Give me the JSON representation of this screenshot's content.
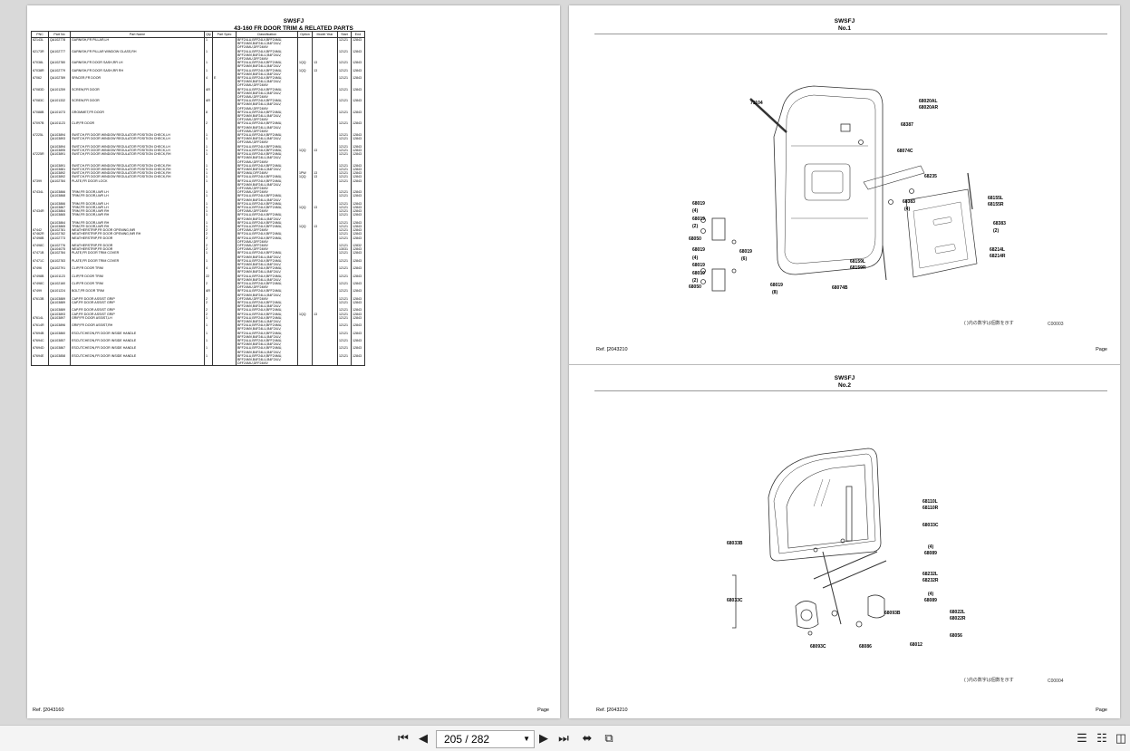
{
  "left_page": {
    "header": "SWSFJ",
    "title": "43-160 FR DOOR TRIM & RELATED PARTS",
    "columns": [
      "PNC",
      "Part No",
      "Part Name",
      "Qty",
      "Part Spec",
      "Classification",
      "Option",
      "Model Year",
      "Start",
      "End"
    ],
    "rows": [
      [
        "62143L",
        "QA102778",
        "GARNISH,FR PILLAR,LH",
        "1",
        "",
        "BFF24LU,BFF24LV,BFF24MU,",
        "",
        "",
        "12121",
        "12843"
      ],
      [
        "",
        "",
        "",
        "",
        "",
        "BFF24MV,B4F24LU,B4F24LV,",
        "",
        "",
        "",
        ""
      ],
      [
        "",
        "",
        "",
        "",
        "",
        "DFF24MU,DFF24MV",
        "",
        "",
        "",
        ""
      ],
      [
        "62173R",
        "QA102777",
        "GARNISH,FR PILLAR WINDOW GLASS,RH",
        "1",
        "",
        "BFF24LU,BFF24LV,BFF24MU,",
        "",
        "",
        "12121",
        "12843"
      ],
      [
        "",
        "",
        "",
        "",
        "",
        "BFF24MV,B4F24LU,B4F24LV,",
        "",
        "",
        "",
        ""
      ],
      [
        "",
        "",
        "",
        "",
        "",
        "DFF24MU,DFF24MV",
        "",
        "",
        "",
        ""
      ],
      [
        "67038L",
        "QA102780",
        "GARNISH,FR DOOR SASH,RR LH",
        "1",
        "",
        "BFF24LU,BFF24LV,BFF24MU,",
        "1QQ",
        "13",
        "12121",
        "12843"
      ],
      [
        "",
        "",
        "",
        "",
        "",
        "BFF24MV,B4F24LU,B4F24LV",
        "",
        "",
        "",
        ""
      ],
      [
        "67038R",
        "QA102779",
        "GARNISH,FR DOOR SASH,RR RH",
        "1",
        "",
        "BFF24LU,BFF24LV,BFF24MU,",
        "1QQ",
        "13",
        "12121",
        "12843"
      ],
      [
        "",
        "",
        "",
        "",
        "",
        "BFF24MV,B4F24LU,B4F24LV",
        "",
        "",
        "",
        ""
      ],
      [
        "67062",
        "QA102789",
        "SPACER,FR DOOR",
        "4",
        "E",
        "BFF24LU,BFF24LV,BFF24MU,",
        "",
        "",
        "12121",
        "12843"
      ],
      [
        "",
        "",
        "",
        "",
        "",
        "BFF24MV,B4F24LU,B4F24LV,",
        "",
        "",
        "",
        ""
      ],
      [
        "",
        "",
        "",
        "",
        "",
        "DFF24MU,DFF24MV",
        "",
        "",
        "",
        ""
      ],
      [
        "67083D",
        "QA101259",
        "SCREW,FR DOOR",
        "AR",
        "",
        "BFF24LU,BFF24LV,BFF24MU,",
        "",
        "",
        "12121",
        "12843"
      ],
      [
        "",
        "",
        "",
        "",
        "",
        "BFF24MV,B4F24LU,B4F24LV,",
        "",
        "",
        "",
        ""
      ],
      [
        "",
        "",
        "",
        "",
        "",
        "DFF24MU,DFF24MV",
        "",
        "",
        "",
        ""
      ],
      [
        "67083C",
        "QA101332",
        "SCREW,FR DOOR",
        "AR",
        "",
        "BFF24LU,BFF24LV,BFF24MU,",
        "",
        "",
        "12121",
        "12843"
      ],
      [
        "",
        "",
        "",
        "",
        "",
        "BFF24MV,B4F24LU,B4F24LV,",
        "",
        "",
        "",
        ""
      ],
      [
        "",
        "",
        "",
        "",
        "",
        "DFF24MU,DFF24MV",
        "",
        "",
        "",
        ""
      ],
      [
        "67088B",
        "QA101073",
        "GROMMET,FR DOOR",
        "8",
        "",
        "BFF24LU,BFF24LV,BFF24MU,",
        "",
        "",
        "12121",
        "12843"
      ],
      [
        "",
        "",
        "",
        "",
        "",
        "BFF24MV,B4F24LU,B4F24LV,",
        "",
        "",
        "",
        ""
      ],
      [
        "",
        "",
        "",
        "",
        "",
        "DFF24MU,DFF24MV",
        "",
        "",
        "",
        ""
      ],
      [
        "67097B",
        "QA101123",
        "CLIP,FR DOOR",
        "2",
        "",
        "BFF24LU,BFF24LV,BFF24MU,",
        "",
        "",
        "12121",
        "12843"
      ],
      [
        "",
        "",
        "",
        "",
        "",
        "BFF24MV,B4F24LU,B4F24LV,",
        "",
        "",
        "",
        ""
      ],
      [
        "",
        "",
        "",
        "",
        "",
        "DFF24MU,DFF24MV",
        "",
        "",
        "",
        ""
      ],
      [
        "67225L",
        "QA103894",
        "SWITCH,FR DOOR WINDOW REGULATOR POSITION CHECK,LH",
        "1",
        "",
        "BFF24LU,BFF24LV,BFF24MU,",
        "",
        "",
        "12121",
        "12843"
      ],
      [
        "",
        "QA103893",
        "SWITCH,FR DOOR WINDOW REGULATOR POSITION CHECK,LH",
        "1",
        "",
        "BFF24MV,B4F24LU,B4F24LV,",
        "",
        "",
        "12121",
        "12843"
      ],
      [
        "",
        "",
        "",
        "",
        "",
        "DFF24MU,DFF24MV",
        "",
        "",
        "",
        ""
      ],
      [
        "",
        "QA103894",
        "SWITCH,FR DOOR WINDOW REGULATOR POSITION CHECK,LH",
        "1",
        "",
        "BFF24LU,BFF24LV,BFF24MU,",
        "",
        "",
        "12121",
        "12843"
      ],
      [
        "",
        "QA103895",
        "SWITCH,FR DOOR WINDOW REGULATOR POSITION CHECK,LH",
        "1",
        "",
        "BFF24LU,BFF24LV,BFF24MU,",
        "1QQ",
        "13",
        "12121",
        "12843"
      ],
      [
        "67225R",
        "QA103891",
        "SWITCH,FR DOOR WINDOW REGULATOR POSITION CHECK,RH",
        "1",
        "",
        "BFF24LU,BFF24LV,BFF24MU,",
        "",
        "",
        "12121",
        "12843"
      ],
      [
        "",
        "",
        "",
        "",
        "",
        "BFF24MV,B4F24LU,B4F24LV,",
        "",
        "",
        "",
        ""
      ],
      [
        "",
        "",
        "",
        "",
        "",
        "DFF24MU,DFF24MV",
        "",
        "",
        "",
        ""
      ],
      [
        "",
        "QA103891",
        "SWITCH,FR DOOR WINDOW REGULATOR POSITION CHECK,RH",
        "1",
        "",
        "BFF24LU,BFF24LV,BFF24MU,",
        "",
        "",
        "12121",
        "12843"
      ],
      [
        "",
        "QA103881",
        "SWITCH,FR DOOR WINDOW REGULATOR POSITION CHECK,RH",
        "1",
        "",
        "BFF24MV,B4F24LU,B4F24LV,",
        "",
        "",
        "12121",
        "12843"
      ],
      [
        "",
        "QA103892",
        "SWITCH,FR DOOR WINDOW REGULATOR POSITION CHECK,RH",
        "1",
        "",
        "BFF24MU,DFF24MV",
        "1PW",
        "13",
        "12121",
        "12843"
      ],
      [
        "",
        "QA103892",
        "SWITCH,FR DOOR WINDOW REGULATOR POSITION CHECK,RH",
        "1",
        "",
        "BFF24LU,BFF24LV,BFF24MU,",
        "1QQ",
        "13",
        "12121",
        "12843"
      ],
      [
        "67399",
        "QA102784",
        "PLATE,FR DOOR LOCK",
        "1",
        "",
        "BFF24LU,BFF24LV,BFF24MU,",
        "",
        "",
        "12121",
        "12843"
      ],
      [
        "",
        "",
        "",
        "",
        "",
        "BFF24MV,B4F24LU,B4F24LV,",
        "",
        "",
        "",
        ""
      ],
      [
        "",
        "",
        "",
        "",
        "",
        "DFF24MU,DFF24MV",
        "",
        "",
        "",
        ""
      ],
      [
        "67434L",
        "QA103866",
        "TRIM,FR DOOR,LWR LH",
        "1",
        "",
        "DFF24MU,DFF24MV",
        "",
        "",
        "12121",
        "12843"
      ],
      [
        "",
        "QA103868",
        "TRIM,FR DOOR,LWR LH",
        "1",
        "",
        "BFF24LU,BFF24LV,BFF24MU,",
        "",
        "",
        "12121",
        "12843"
      ],
      [
        "",
        "",
        "",
        "",
        "",
        "BFF24MV,B4F24LU,B4F24LV",
        "",
        "",
        "",
        ""
      ],
      [
        "",
        "QA103866",
        "TRIM,FR DOOR,LWR LH",
        "1",
        "",
        "BFF24LU,BFF24LV,BFF24MU,",
        "",
        "",
        "12121",
        "12843"
      ],
      [
        "",
        "QA103867",
        "TRIM,FR DOOR,LWR LH",
        "1",
        "",
        "BFF24LU,BFF24LV,BFF24MU,",
        "1QQ",
        "13",
        "12121",
        "12843"
      ],
      [
        "67434R",
        "QA103864",
        "TRIM,FR DOOR,LWR RH",
        "1",
        "",
        "DFF24MU,DFF24MV",
        "",
        "",
        "12121",
        "12843"
      ],
      [
        "",
        "QA103865",
        "TRIM,FR DOOR,LWR RH",
        "1",
        "",
        "BFF24LU,BFF24LV,BFF24MU,",
        "",
        "",
        "12121",
        "12843"
      ],
      [
        "",
        "",
        "",
        "",
        "",
        "BFF24MV,B4F24LU,B4F24LV",
        "",
        "",
        "",
        ""
      ],
      [
        "",
        "QA103864",
        "TRIM,FR DOOR,LWR RH",
        "1",
        "",
        "BFF24LU,BFF24LV,BFF24MU,",
        "",
        "",
        "12121",
        "12843"
      ],
      [
        "",
        "QA103865",
        "TRIM,FR DOOR,LWR RH",
        "1",
        "",
        "BFF24LU,BFF24LV,BFF24MU,",
        "1QQ",
        "13",
        "12121",
        "12843"
      ],
      [
        "67442",
        "QA102781",
        "WEATHERSTRIP,FR DOOR OPENING,INR",
        "2",
        "",
        "DFF24MU,DFF24MV",
        "",
        "",
        "12121",
        "12843"
      ],
      [
        "67462R",
        "QA102782",
        "WEATHERSTRIP,FR DOOR OPENING,INR RH",
        "2",
        "",
        "BFF24LU,BFF24LV,BFF24MU,",
        "",
        "",
        "12121",
        "12843"
      ],
      [
        "67498B",
        "QA102773",
        "WEATHERSTRIP,FR DOOR",
        "2",
        "",
        "BFF24LU,BFF24LV,BFF24MU,",
        "",
        "",
        "12121",
        "12843"
      ],
      [
        "",
        "",
        "",
        "",
        "",
        "DFF24MU,DFF24MV",
        "",
        "",
        "",
        ""
      ],
      [
        "67498C",
        "QA102776",
        "WEATHERSTRIP,FR DOOR",
        "2",
        "",
        "DFF24MU,DFF24MV",
        "",
        "",
        "12121",
        "12832"
      ],
      [
        "",
        "QA104075",
        "WEATHERSTRIP,FR DOOR",
        "2",
        "",
        "DFF24MU,DFF24MV",
        "",
        "",
        "13031",
        "12843"
      ],
      [
        "67471B",
        "QA102784",
        "PLATE,FR DOOR TRIM COVER",
        "1",
        "",
        "BFF24LU,BFF24LV,BFF24MU,",
        "",
        "",
        "12121",
        "12843"
      ],
      [
        "",
        "",
        "",
        "",
        "",
        "BFF24MV,B4F24LU,B4F24LV,",
        "",
        "",
        "",
        ""
      ],
      [
        "67471C",
        "QA102783",
        "PLATE,FR DOOR TRIM COVER",
        "1",
        "",
        "BFF24LU,BFF24LV,BFF24MU,",
        "",
        "",
        "12121",
        "12843"
      ],
      [
        "",
        "",
        "",
        "",
        "",
        "BFF24MV,B4F24LU,B4F24LV,",
        "",
        "",
        "",
        ""
      ],
      [
        "67496",
        "QA102791",
        "CLIP,FR DOOR TRIM",
        "4",
        "",
        "BFF24LU,BFF24LV,BFF24MU,",
        "",
        "",
        "12121",
        "12843"
      ],
      [
        "",
        "",
        "",
        "",
        "",
        "BFF24MV,B4F24LU,B4F24LV,",
        "",
        "",
        "",
        ""
      ],
      [
        "67498B",
        "QA101123",
        "CLIP,FR DOOR TRIM",
        "22",
        "",
        "BFF24LU,BFF24LV,BFF24MU,",
        "",
        "",
        "12121",
        "12843"
      ],
      [
        "",
        "",
        "",
        "",
        "",
        "BFF24MV,B4F24LU,B4F24LV,",
        "",
        "",
        "",
        ""
      ],
      [
        "67498C",
        "QA102160",
        "CLIP,FR DOOR TRIM",
        "2",
        "",
        "BFF24LU,BFF24LV,BFF24MU,",
        "",
        "",
        "12121",
        "12843"
      ],
      [
        "",
        "",
        "",
        "",
        "",
        "DFF24MU,DFF24MV",
        "",
        "",
        "",
        ""
      ],
      [
        "67499",
        "QA101224",
        "BOLT,FR DOOR TRIM",
        "AR",
        "",
        "BFF24LU,BFF24LV,BFF24MU,",
        "",
        "",
        "12121",
        "12843"
      ],
      [
        "",
        "",
        "",
        "",
        "",
        "BFF24MV,B4F24LU,B4F24LV,",
        "",
        "",
        "",
        ""
      ],
      [
        "67613B",
        "QA103889",
        "CAP,FR DOOR ASSIST GRIP",
        "2",
        "",
        "DFF24MU,DFF24MV",
        "",
        "",
        "12121",
        "12843"
      ],
      [
        "",
        "QA103889",
        "CAP,FR DOOR ASSIST GRIP",
        "2",
        "",
        "BFF24LU,BFF24LV,BFF24MU,",
        "",
        "",
        "12121",
        "12843"
      ],
      [
        "",
        "",
        "",
        "",
        "",
        "BFF24MV,B4F24LU,B4F24LV",
        "",
        "",
        "",
        ""
      ],
      [
        "",
        "QA103889",
        "CAP,FR DOOR ASSIST GRIP",
        "2",
        "",
        "BFF24LU,BFF24LV,BFF24MU,",
        "",
        "",
        "12121",
        "12843"
      ],
      [
        "",
        "QA103893",
        "CAP,FR DOOR ASSIST GRIP",
        "2",
        "",
        "BFF24LU,BFF24LV,BFF24MU,",
        "1QQ",
        "13",
        "12121",
        "12843"
      ],
      [
        "67614L",
        "QA103897",
        "GRIP,FR DOOR ASSIST,LH",
        "1",
        "",
        "BFF24LU,BFF24LV,BFF24MU,",
        "",
        "",
        "12121",
        "12843"
      ],
      [
        "",
        "",
        "",
        "",
        "",
        "BFF24MV,B4F24LU,B4F24LV,",
        "",
        "",
        "",
        ""
      ],
      [
        "67614R",
        "QA103896",
        "GRIP,FR DOOR ASSIST,RH",
        "1",
        "",
        "BFF24LU,BFF24LV,BFF24MU,",
        "",
        "",
        "12121",
        "12843"
      ],
      [
        "",
        "",
        "",
        "",
        "",
        "BFF24MV,B4F24LU,B4F24LV,",
        "",
        "",
        "",
        ""
      ],
      [
        "67694B",
        "QA103860",
        "ESCUTCHEON,FR DOOR INSIDE HANDLE",
        "1",
        "",
        "BFF24LU,BFF24LV,BFF24MU,",
        "",
        "",
        "12121",
        "12843"
      ],
      [
        "",
        "",
        "",
        "",
        "",
        "BFF24MV,B4F24LU,B4F24LV,",
        "",
        "",
        "",
        ""
      ],
      [
        "67694C",
        "QA103857",
        "ESCUTCHEON,FR DOOR INSIDE HANDLE",
        "1",
        "",
        "BFF24LU,BFF24LV,BFF24MU,",
        "",
        "",
        "12121",
        "12843"
      ],
      [
        "",
        "",
        "",
        "",
        "",
        "BFF24MV,B4F24LU,B4F24LV,",
        "",
        "",
        "",
        ""
      ],
      [
        "67694D",
        "QA103867",
        "ESCUTCHEON,FR DOOR INSIDE HANDLE",
        "1",
        "",
        "BFF24LU,BFF24LV,BFF24MU,",
        "",
        "",
        "12121",
        "12843"
      ],
      [
        "",
        "",
        "",
        "",
        "",
        "BFF24MV,B4F24LU,B4F24LV,",
        "",
        "",
        "",
        ""
      ],
      [
        "67694E",
        "QA103858",
        "ESCUTCHEON,FR DOOR INSIDE HANDLE",
        "1",
        "",
        "BFF24LU,BFF24LV,BFF24MU,",
        "",
        "",
        "12121",
        "12843"
      ],
      [
        "",
        "",
        "",
        "",
        "",
        "BFF24MV,B4F24LU,B4F24LV,",
        "",
        "",
        "",
        ""
      ],
      [
        "",
        "",
        "",
        "",
        "",
        "DFF24MU,DFF24MV",
        "",
        "",
        "",
        ""
      ]
    ],
    "footer_ref": "Ref.   [2043160",
    "footer_page": "Page"
  },
  "right_page": {
    "sheets": [
      {
        "header": "SWSFJ",
        "sub": "No.1",
        "labels": [
          "68020AL",
          "68020AR",
          "71104",
          "68387",
          "68074C",
          "68235",
          "68019",
          "(4)",
          "68019",
          "(2)",
          "68050",
          "68019",
          "68019",
          "(6)",
          "68019",
          "(4)",
          "68019",
          "(2)",
          "68050",
          "68019",
          "(8)",
          "68159L",
          "68159R",
          "68074B",
          "68383",
          "(4)",
          "68155L",
          "68155R",
          "68383",
          "(2)",
          "68214L",
          "68214R"
        ],
        "note": "(  )内の数字は個数を示す",
        "code": "C00003",
        "footer_ref": "Ref.   [2043210",
        "footer_page": "Page"
      },
      {
        "header": "SWSFJ",
        "sub": "No.2",
        "labels": [
          "68110L",
          "68110R",
          "68033C",
          "68033B",
          "(4)",
          "68089",
          "68232L",
          "68232R",
          "(4)",
          "68089",
          "68033C",
          "68093B",
          "68022L",
          "68022R",
          "68056",
          "68093C",
          "68086",
          "68012"
        ],
        "note": "(  )内の数字は個数を示す",
        "code": "C00004",
        "footer_ref": "Ref.   [2043210",
        "footer_page": "Page"
      }
    ]
  },
  "toolbar": {
    "first_icon": "first-page-icon",
    "prev_icon": "prev-page-icon",
    "page_value": "205 / 282",
    "next_icon": "next-page-icon",
    "last_icon": "last-page-icon",
    "icons_right": [
      "single-page-view-icon",
      "continuous-view-icon",
      "two-page-view-icon"
    ]
  }
}
